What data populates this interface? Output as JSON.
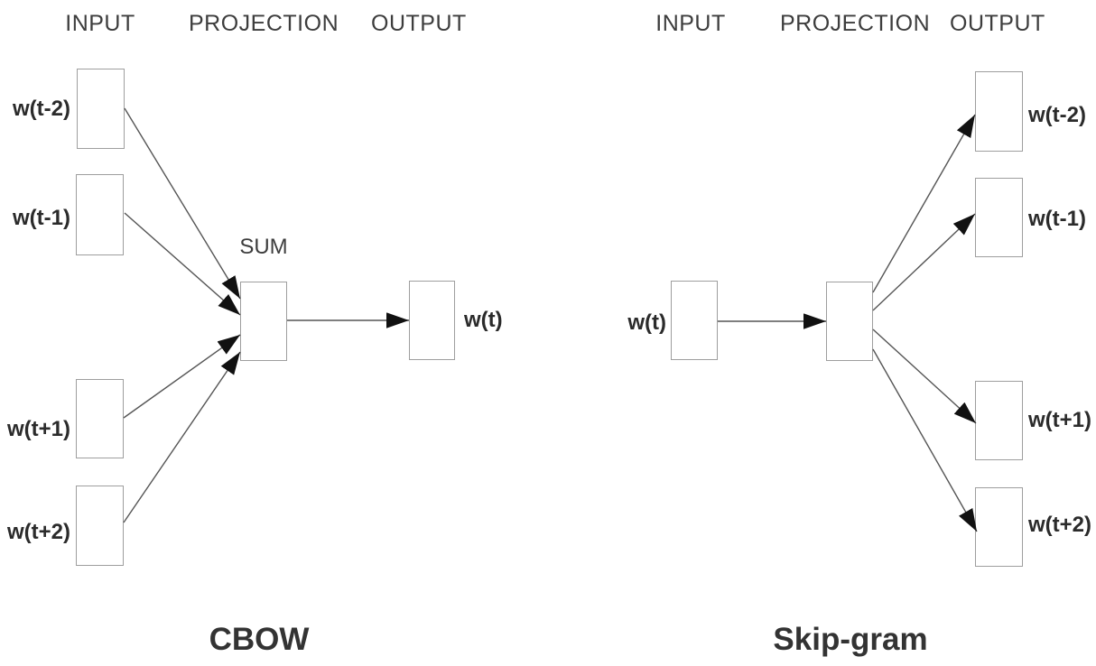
{
  "diagram": {
    "colors": {
      "background": "#ffffff",
      "box_border": "#9e9e9e",
      "line": "#555555",
      "arrowhead": "#111111",
      "header_text": "#3d3d3d",
      "label_text": "#2b2b2b",
      "title_text": "#333333"
    },
    "cbow": {
      "headers": {
        "input": "INPUT",
        "projection": "PROJECTION",
        "output": "OUTPUT"
      },
      "sum_label": "SUM",
      "input_labels": [
        "w(t-2)",
        "w(t-1)",
        "w(t+1)",
        "w(t+2)"
      ],
      "output_label": "w(t)",
      "title": "CBOW"
    },
    "skipgram": {
      "headers": {
        "input": "INPUT",
        "projection": "PROJECTION",
        "output": "OUTPUT"
      },
      "input_label": "w(t)",
      "output_labels": [
        "w(t-2)",
        "w(t-1)",
        "w(t+1)",
        "w(t+2)"
      ],
      "title": "Skip-gram"
    }
  }
}
